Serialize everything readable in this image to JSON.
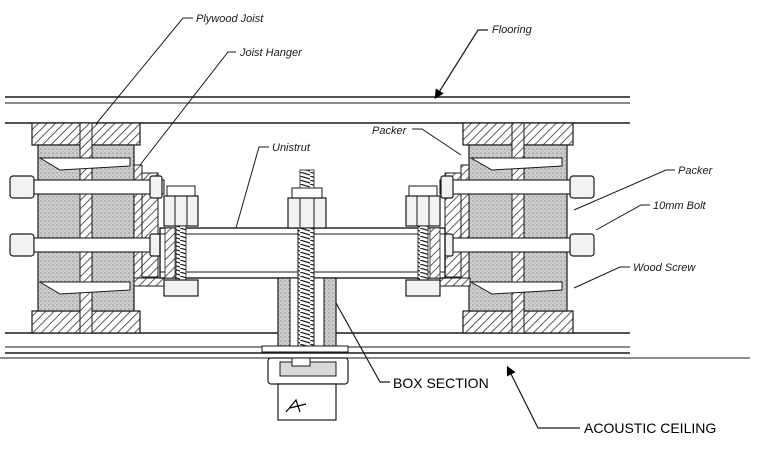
{
  "labels": {
    "plywood_joist": "Plywood Joist",
    "joist_hanger": "Joist Hanger",
    "flooring": "Flooring",
    "unistrut": "Unistrut",
    "packer_left": "Packer",
    "packer_right": "Packer",
    "bolt": "10mm Bolt",
    "wood_screw": "Wood Screw",
    "box_section": "BOX SECTION",
    "acoustic_ceiling": "ACOUSTIC CEILING"
  }
}
